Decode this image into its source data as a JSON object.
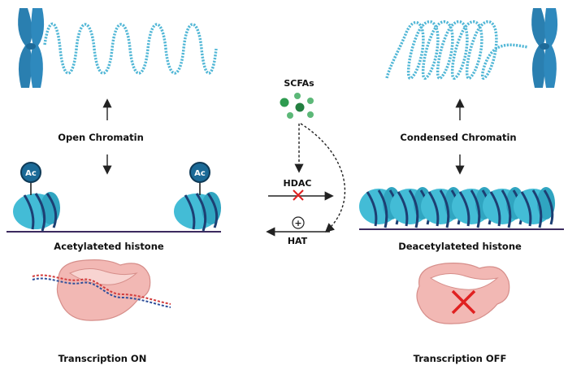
{
  "left": {
    "chromatin_label": "Open Chromatin",
    "histone_label": "Acetylateted histone",
    "transcription_label": "Transcription ON",
    "acetyl_tag": "Ac"
  },
  "center": {
    "scfa_label": "SCFAs",
    "hdac_label": "HDAC",
    "hat_label": "HAT",
    "plus_symbol": "+"
  },
  "right": {
    "chromatin_label": "Condensed Chromatin",
    "histone_label": "Deacetylateted histone",
    "transcription_label": "Transcription OFF"
  },
  "colors": {
    "chromosome": "#2a7fb0",
    "chromatin_fiber": "#52b7d6",
    "nucleosome": "#43bcd6",
    "dna_wrap": "#1d3f73",
    "ac_tag": "#1b6a97",
    "scfa_green": "#2e9b50",
    "polymerase": "#f2b8b4",
    "inhibit_red": "#e02020"
  }
}
